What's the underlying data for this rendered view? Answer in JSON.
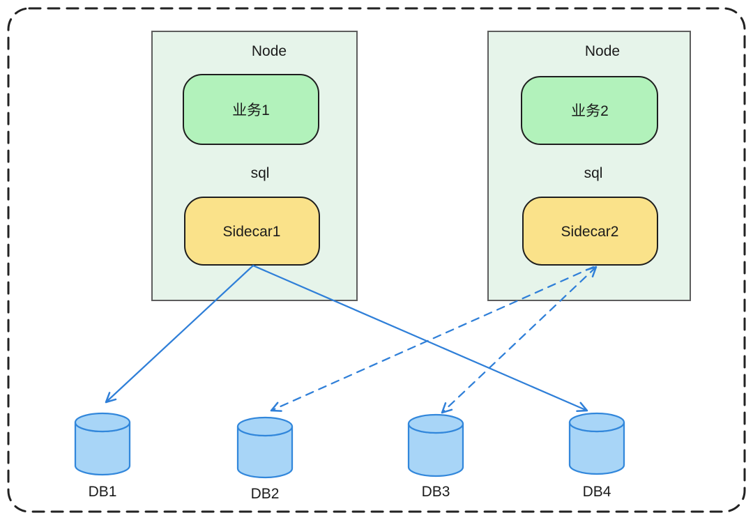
{
  "page": {
    "background": "#ffffff"
  },
  "colors": {
    "border": "#222222",
    "node_fill": "#e6f4ea",
    "node_stroke": "#5d5d5d",
    "shape_stroke": "#1e1e1e",
    "service_fill": "#b2f2bb",
    "sidecar_fill": "#fae28a",
    "db_fill": "#a8d5f7",
    "db_stroke": "#3287db",
    "arrow": "#2f7fd8",
    "text": "#1b1b1b"
  },
  "diagram": {
    "nodes": [
      {
        "title": "Node",
        "service": "业务1",
        "protocol": "sql",
        "sidecar": "Sidecar1"
      },
      {
        "title": "Node",
        "service": "业务2",
        "protocol": "sql",
        "sidecar": "Sidecar2"
      }
    ],
    "databases": [
      {
        "label": "DB1"
      },
      {
        "label": "DB2"
      },
      {
        "label": "DB3"
      },
      {
        "label": "DB4"
      }
    ],
    "connections": [
      {
        "from": "Sidecar1",
        "to": "DB1",
        "line": "solid",
        "arrows": "end"
      },
      {
        "from": "Sidecar1",
        "to": "DB4",
        "line": "solid",
        "arrows": "end"
      },
      {
        "from": "Sidecar2",
        "to": "DB2",
        "line": "dashed",
        "arrows": "end"
      },
      {
        "from": "Sidecar2",
        "to": "DB3",
        "line": "dashed",
        "arrows": "both"
      }
    ]
  }
}
